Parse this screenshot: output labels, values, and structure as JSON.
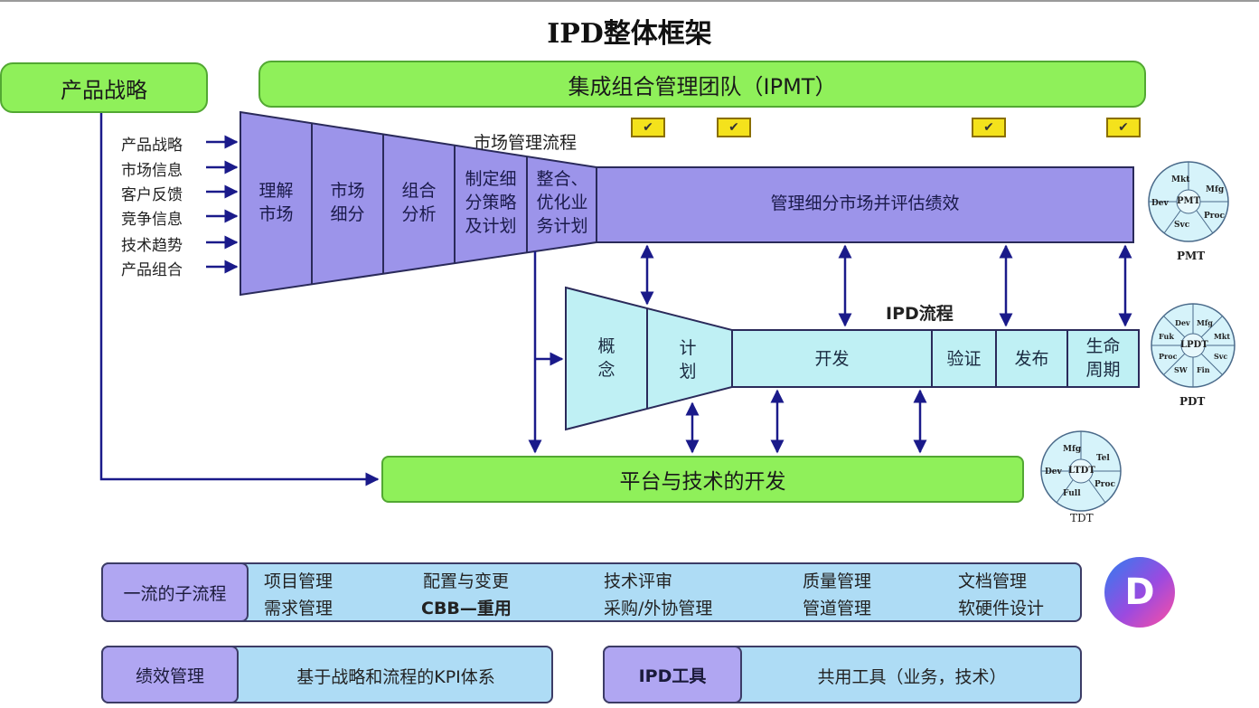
{
  "title": "IPD整体框架",
  "colors": {
    "green": "#8ff05a",
    "purple": "#9c94ea",
    "cyan": "#bff0f4",
    "blue": "#aedcf5",
    "arrow": "#1a1a8a"
  },
  "strategy_box": "产品战略",
  "ipmt_bar": "集成组合管理团队（IPMT）",
  "inputs": [
    "产品战略",
    "市场信息",
    "客户反馈",
    "竞争信息",
    "技术趋势",
    "产品组合"
  ],
  "market_process_label": "市场管理流程",
  "funnel_steps": [
    "理解\n市场",
    "市场\n细分",
    "组合\n分析",
    "制定细\n分策略\n及计划",
    "整合、\n优化业\n务计划"
  ],
  "manage_bar": "管理细分市场并评估绩效",
  "ipd_process_label": "IPD流程",
  "ipd_steps": [
    "概\n念",
    "计\n划",
    "开发",
    "验证",
    "发布",
    "生命\n周期"
  ],
  "platform_bar": "平台与技术的开发",
  "check_mark": "✔",
  "teams": {
    "pmt": {
      "label": "PMT",
      "center": "PMT",
      "segments": [
        "Mkt",
        "Mfg",
        "Proc",
        "Svc",
        "Dev"
      ]
    },
    "pdt": {
      "label": "PDT",
      "center": "LPDT",
      "segments": [
        "Dev",
        "Mfg",
        "Mkt",
        "Svc",
        "Fin",
        "SW",
        "Proc",
        "Fuk"
      ]
    },
    "tdt": {
      "label": "TDT",
      "center": "LTDT",
      "segments": [
        "Mfg",
        "Tel",
        "Proc",
        "Full",
        "Dev"
      ]
    }
  },
  "subprocess": {
    "caption": "一流的子流程",
    "items_top": [
      "项目管理",
      "配置与变更",
      "技术评审",
      "质量管理",
      "文档管理"
    ],
    "items_bottom": [
      "需求管理",
      "CBB—重用",
      "采购/外协管理",
      "管道管理",
      "软硬件设计"
    ]
  },
  "performance": {
    "caption": "绩效管理",
    "content": "基于战略和流程的KPI体系"
  },
  "tools": {
    "caption": "IPD工具",
    "content": "共用工具（业务，技术）"
  }
}
